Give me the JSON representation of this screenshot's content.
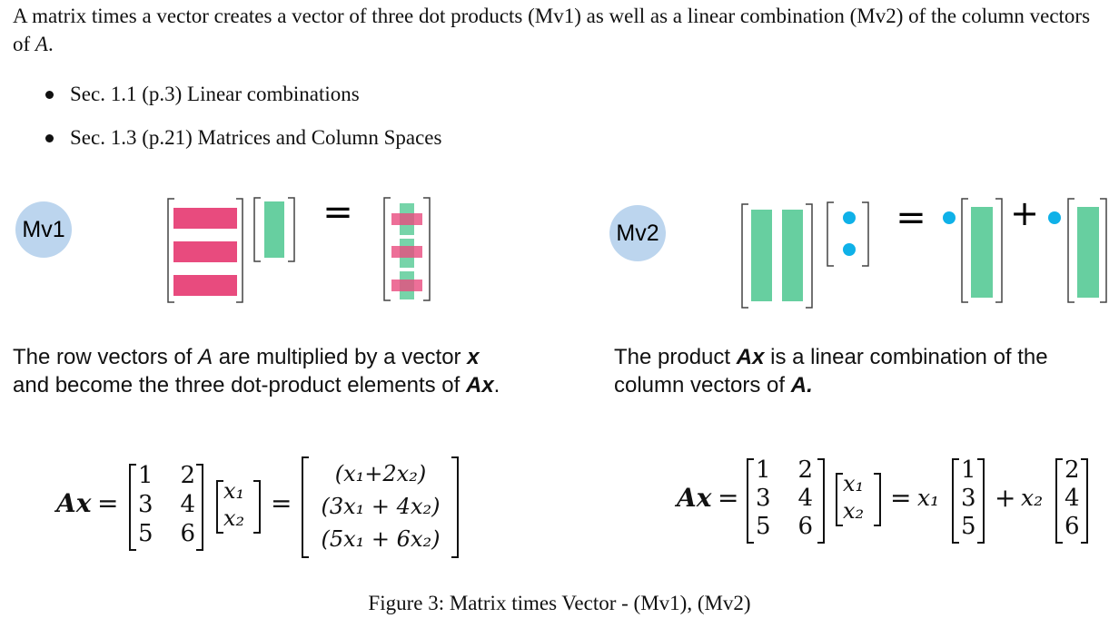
{
  "intro": {
    "part1": "A matrix times a vector creates a vector of three dot products (Mv1) as well as a linear combination (Mv2) of the column vectors of ",
    "var_A": "A",
    "part2": "."
  },
  "bullets": [
    "Sec. 1.1 (p.3) Linear combinations",
    "Sec. 1.3 (p.21) Matrices and Column Spaces"
  ],
  "mv1": {
    "label": "Mv1",
    "desc_line1_a": "The row vectors of ",
    "desc_line1_A": "A",
    "desc_line1_b": " are multiplied by a vector ",
    "desc_line1_x": "x",
    "desc_line2_a": "and become the three dot-product elements of ",
    "desc_line2_Ax": "Ax",
    "desc_line2_b": "."
  },
  "mv2": {
    "label": "Mv2",
    "desc_line1_a": "The product ",
    "desc_line1_Ax": "Ax",
    "desc_line1_b": " is a linear combination of the",
    "desc_line2_a": "column vectors of ",
    "desc_line2_A": "A.",
    "desc_line2_b": ""
  },
  "equations": {
    "lhs": "Ax",
    "equals": "=",
    "plus": "+",
    "matrix": [
      [
        "1",
        "2"
      ],
      [
        "3",
        "4"
      ],
      [
        "5",
        "6"
      ]
    ],
    "vector": [
      "x₁",
      "x₂"
    ],
    "result": [
      "(x₁+2x₂)",
      "(3x₁ + 4x₂)",
      "(5x₁ + 6x₂)"
    ],
    "coef1": "x₁",
    "coef2": "x₂",
    "col1": [
      "1",
      "3",
      "5"
    ],
    "col2": [
      "2",
      "4",
      "6"
    ]
  },
  "symbols": {
    "equals": "=",
    "plus": "+"
  },
  "caption": "Figure 3: Matrix times Vector - (Mv1), (Mv2)",
  "colors": {
    "pink": "#e84b7e",
    "green": "#67cfa0",
    "blue": "#0fb1e8",
    "circle": "#bcd5ee"
  }
}
